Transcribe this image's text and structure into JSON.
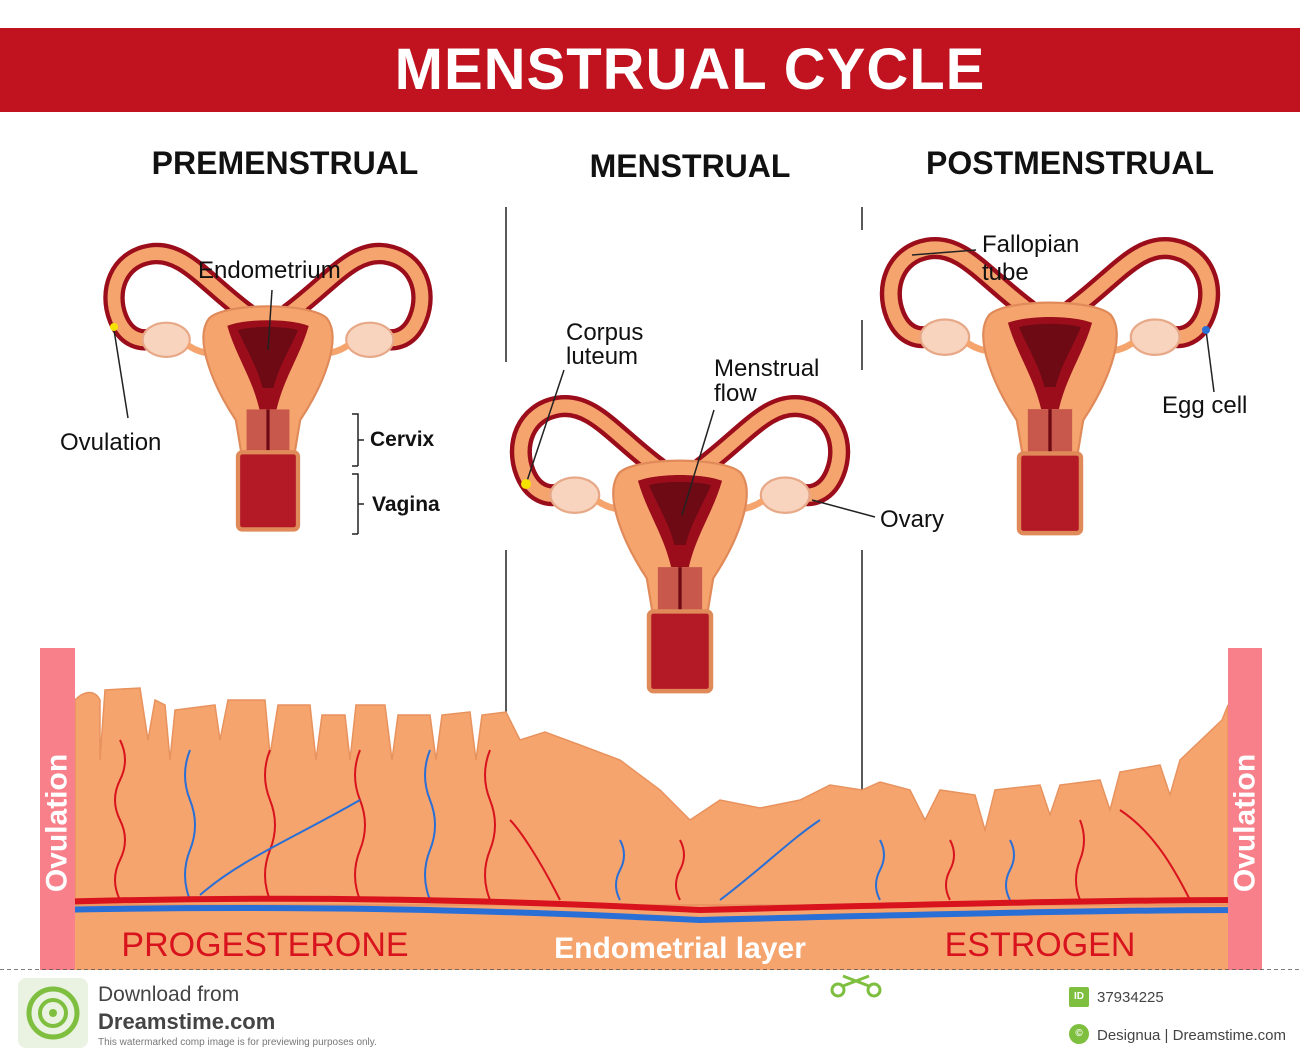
{
  "title": "MENSTRUAL CYCLE",
  "phases": {
    "premenstrual": "PREMENSTRUAL",
    "menstrual": "MENSTRUAL",
    "postmenstrual": "POSTMENSTRUAL"
  },
  "labels": {
    "endometrium": "Endometrium",
    "ovulation": "Ovulation",
    "cervix": "Cervix",
    "vagina": "Vagina",
    "corpus_luteum_1": "Corpus",
    "corpus_luteum_2": "luteum",
    "menstrual_flow_1": "Menstrual",
    "menstrual_flow_2": "flow",
    "ovary": "Ovary",
    "fallopian_tube_1": "Fallopian",
    "fallopian_tube_2": "tube",
    "egg_cell": "Egg cell"
  },
  "bottom": {
    "left_side_label": "Ovulation",
    "right_side_label": "Ovulation",
    "progesterone": "PROGESTERONE",
    "endometrial_layer": "Endometrial layer",
    "estrogen": "ESTROGEN"
  },
  "footer": {
    "download_from": "Download from",
    "site": "Dreamstime.com",
    "notice": "This watermarked comp image is for previewing purposes only.",
    "id_badge": "ID",
    "id": "37934225",
    "credit": "Designua | Dreamstime.com"
  },
  "colors": {
    "title_bar": "#c0121f",
    "tissue": "#f5a46e",
    "tissue_light": "#f8c09a",
    "dark_red": "#9b0d1b",
    "artery": "#d8131d",
    "vein": "#2a6fd6"
  }
}
